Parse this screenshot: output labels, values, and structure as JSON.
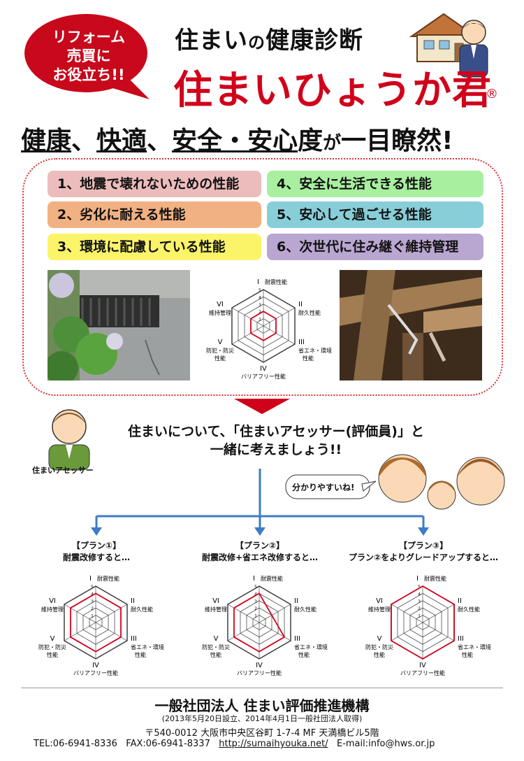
{
  "bubble": {
    "line1": "リフォーム",
    "line2": "売買に",
    "line3": "お役立ち!!"
  },
  "header": {
    "title_a": "住まい",
    "title_b": "の",
    "title_c": "健康診断",
    "brand": "住まいひょうか君",
    "registered": "®"
  },
  "tagline": {
    "w1": "健康",
    "sep1": "、",
    "w2": "快適",
    "sep2": "、",
    "w3": "安全・安心",
    "w4": "度",
    "w5": "が",
    "w6": "一目瞭然!"
  },
  "performance": [
    {
      "label": "1、地震で壊れないための性能",
      "color": "#ecbcbc"
    },
    {
      "label": "2、劣化に耐える性能",
      "color": "#f2b182"
    },
    {
      "label": "3、環境に配慮している性能",
      "color": "#fbf469"
    },
    {
      "label": "4、安全に生活できる性能",
      "color": "#a8f0a0"
    },
    {
      "label": "5、安心して過ごせる性能",
      "color": "#88ced9"
    },
    {
      "label": "6、次世代に住み継ぐ維持管理",
      "color": "#b9a6d1"
    }
  ],
  "radar_labels": {
    "i": "I",
    "i_text": "耐震性能",
    "ii": "II",
    "ii_text": "耐久性能",
    "iii": "III",
    "iii_text1": "省エネ・環境",
    "iii_text2": "性能",
    "iv": "IV",
    "iv_text": "バリアフリー性能",
    "v": "V",
    "v_text1": "防犯・防災",
    "v_text2": "性能",
    "vi": "VI",
    "vi_text": "維持管理",
    "scale": [
      "1",
      "2",
      "3",
      "4",
      "5"
    ]
  },
  "assessor": {
    "label": "住まいアセッサー"
  },
  "message": {
    "line1": "住まいについて、「住まいアセッサー(評価員)」と",
    "line2": "一緒に考えましょう!!"
  },
  "speech": "分かりやすいね!",
  "plans": [
    {
      "title": "【プラン①】",
      "desc": "耐震改修すると…"
    },
    {
      "title": "【プラン②】",
      "desc": "耐震改修+省エネ改修すると…"
    },
    {
      "title": "【プラン③】",
      "desc": "プラン②をよりグレードアップすると…"
    }
  ],
  "chart_data": [
    {
      "type": "radar",
      "axes": [
        "I 耐震性能",
        "II 耐久性能",
        "III 省エネ・環境性能",
        "IV バリアフリー性能",
        "V 防犯・防災性能",
        "VI 維持管理"
      ],
      "range": [
        0,
        5
      ],
      "values": [
        2,
        2,
        2,
        2,
        2,
        2
      ]
    },
    {
      "type": "radar",
      "axes": [
        "I 耐震性能",
        "II 耐久性能",
        "III 省エネ・環境性能",
        "IV バリアフリー性能",
        "V 防犯・防災性能",
        "VI 維持管理"
      ],
      "range": [
        0,
        5
      ],
      "values": [
        4,
        4,
        4,
        4,
        4,
        4
      ]
    },
    {
      "type": "radar",
      "axes": [
        "I 耐震性能",
        "II 耐久性能",
        "III 省エネ・環境性能",
        "IV バリアフリー性能",
        "V 防犯・防災性能",
        "VI 維持管理"
      ],
      "range": [
        0,
        5
      ],
      "values": [
        4,
        2,
        4,
        4,
        4,
        4
      ]
    },
    {
      "type": "radar",
      "axes": [
        "I 耐震性能",
        "II 耐久性能",
        "III 省エネ・環境性能",
        "IV バリアフリー性能",
        "V 防犯・防災性能",
        "VI 維持管理"
      ],
      "range": [
        0,
        5
      ],
      "values": [
        5,
        5,
        5,
        5,
        5,
        5
      ]
    }
  ],
  "footer": {
    "org": "一般社団法人 住まい評価推進機構",
    "note": "(2013年5月20日設立、2014年4月1日一般社団法人取得)",
    "address": "〒540-0012 大阪市中央区谷町 1-7-4 MF 天満橋ビル5階",
    "tel": "TEL:06-6941-8336",
    "fax": "FAX:06-6941-8337",
    "url": "http://sumaihyouka.net/",
    "email": "E-mail:info@hws.or.jp"
  },
  "colors": {
    "red": "#d0021b",
    "blue": "#3e7cc4"
  }
}
